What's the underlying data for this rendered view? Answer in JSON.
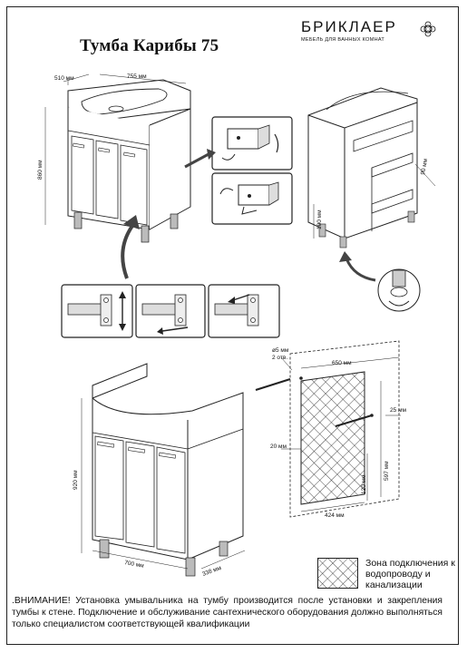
{
  "document": {
    "title": "Тумба Карибы 75"
  },
  "brand": {
    "name": "БРИКЛАЕР",
    "tagline": "МЕБЕЛЬ ДЛЯ ВАННЫХ КОМНАТ",
    "logo_icon": "flower-logo-icon"
  },
  "top_drawing": {
    "width_label": "755 мм",
    "depth_label": "510 мм",
    "height_label": "860 мм"
  },
  "side_drawing": {
    "leg_label": "100 мм",
    "shelf_label": "90 мм"
  },
  "bottom_drawing": {
    "width_label": "700 мм",
    "depth_label": "338 мм",
    "height_label": "920 мм"
  },
  "wall_diagram": {
    "hole_diameter": "ø5 мм",
    "hole_count": "2 отв.",
    "top_width": "650 мм",
    "right_offset": "25 мм",
    "left_offset": "20 мм",
    "bottom_width": "424 мм",
    "inner_height": "120 мм",
    "total_height": "597 мм"
  },
  "legend": {
    "text": "Зона подключения к водопроводу и канализации"
  },
  "warning": {
    "text": ".ВНИМАНИЕ! Установка умывальника на тумбу производится после установки и закрепления тумбы к стене. Подключение и обслуживание сантехнического оборудования должно выполняться только специалистом соответствующей квалификации"
  }
}
